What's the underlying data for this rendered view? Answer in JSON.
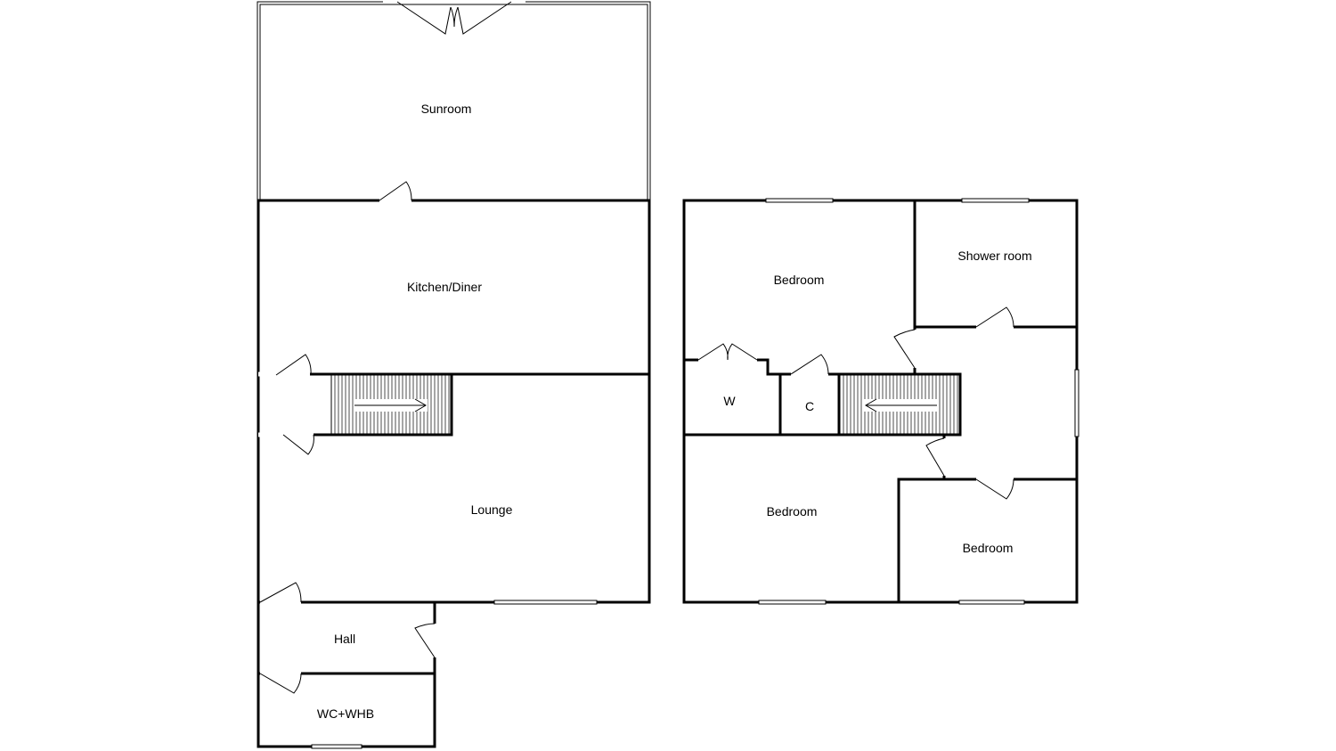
{
  "ground_floor": {
    "rooms": {
      "sunroom": "Sunroom",
      "kitchen_diner": "Kitchen/Diner",
      "lounge": "Lounge",
      "hall": "Hall",
      "wc_whb": "WC+WHB"
    }
  },
  "first_floor": {
    "rooms": {
      "bedroom_1": "Bedroom",
      "shower_room": "Shower room",
      "wardrobe": "W",
      "cupboard": "C",
      "bedroom_2": "Bedroom",
      "bedroom_3": "Bedroom"
    }
  }
}
